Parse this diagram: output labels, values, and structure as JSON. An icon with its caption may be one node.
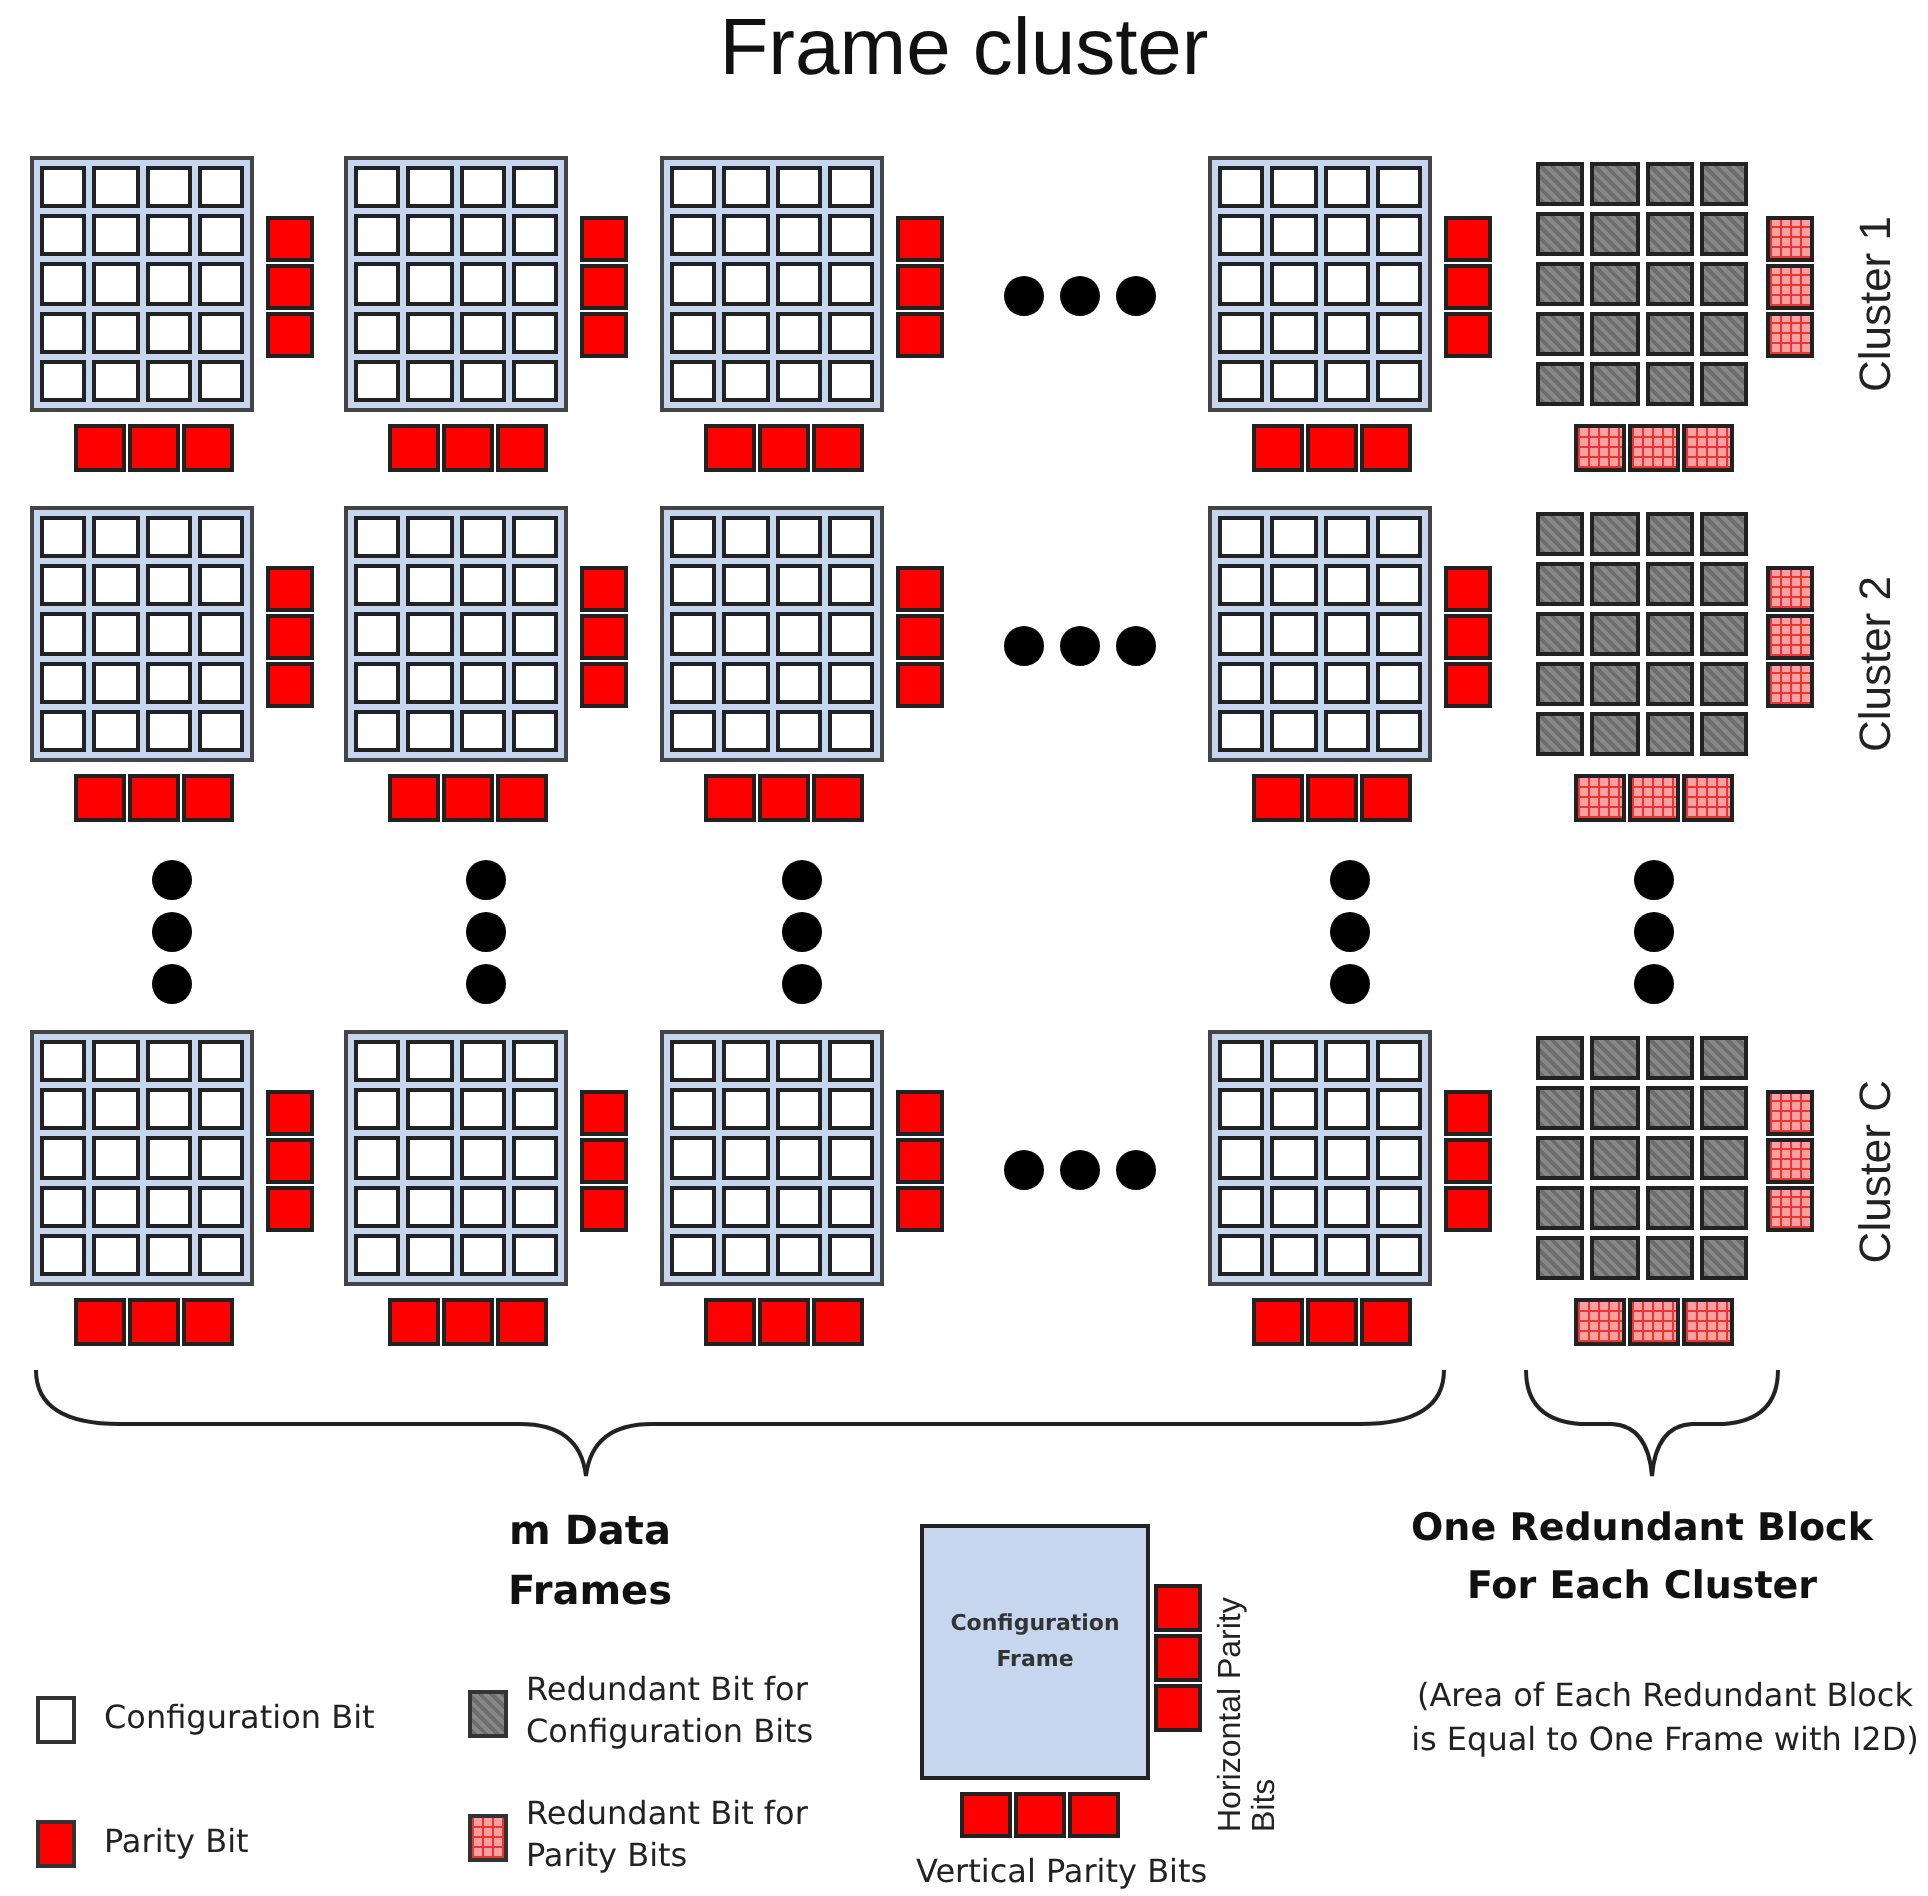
{
  "diagram": {
    "title": "Frame cluster",
    "nodes": [
      {
        "text": [
          "Configuration Frame"
        ],
        "beside": [
          "Horizontal Parity Bits",
          "Vertical Parity Bits"
        ]
      }
    ],
    "labels": [
      "Cluster 1",
      "Cluster 2",
      "Cluster C",
      "m Data Frames",
      "One Redundant Block For Each Cluster",
      "(Area of Each Redundant Block is Equal to One Frame with I2D)"
    ],
    "legend": [
      {
        "text": "Configuration Bit",
        "color": "#ffffff"
      },
      {
        "text": "Redundant Bit for Configuration Bits"
      },
      {
        "text": "Parity Bit",
        "color": "#ff0000"
      },
      {
        "text": "Redundant Bit for Parity Bits"
      }
    ]
  }
}
